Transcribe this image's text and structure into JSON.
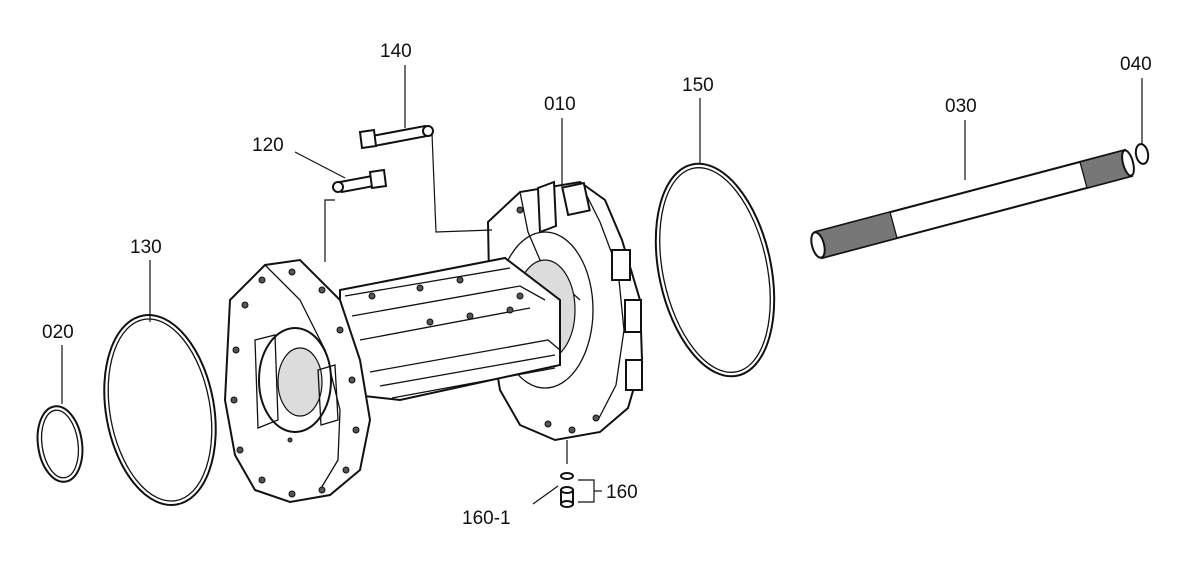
{
  "labels": {
    "p010": "010",
    "p020": "020",
    "p030": "030",
    "p040": "040",
    "p120": "120",
    "p130": "130",
    "p140": "140",
    "p150": "150",
    "p160": "160",
    "p160_1": "160-1"
  }
}
